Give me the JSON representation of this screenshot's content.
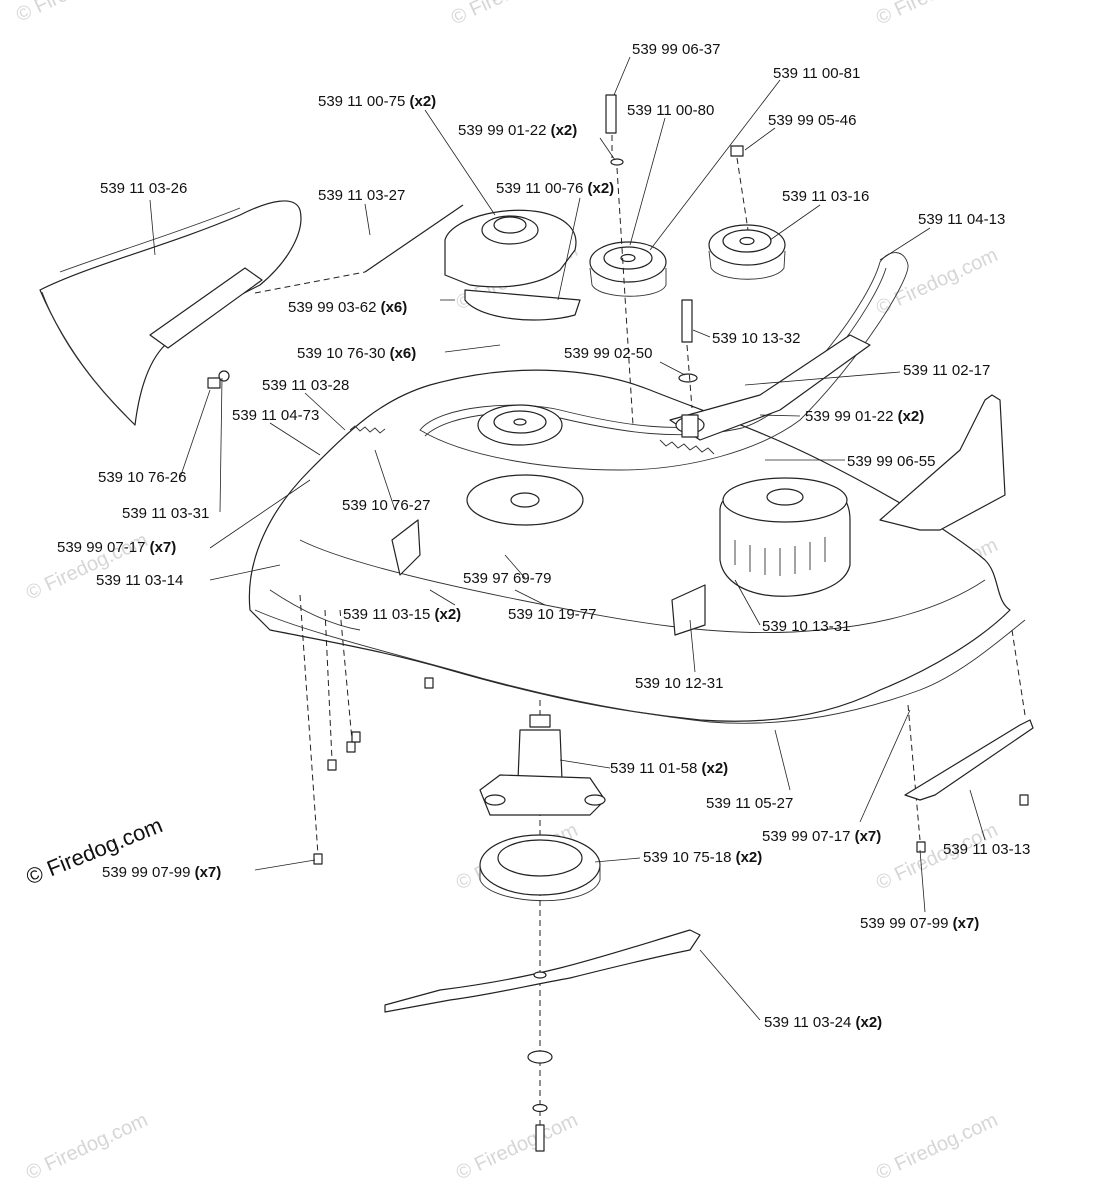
{
  "watermark": "© Firedog.com",
  "copyright": "© Firedog.com",
  "callouts": [
    {
      "part": "539 99 06-37",
      "qty": ""
    },
    {
      "part": "539 11 00-81",
      "qty": ""
    },
    {
      "part": "539 11 00-75",
      "qty": "(x2)"
    },
    {
      "part": "539 11 00-80",
      "qty": ""
    },
    {
      "part": "539 99 01-22",
      "qty": "(x2)"
    },
    {
      "part": "539 99 05-46",
      "qty": ""
    },
    {
      "part": "539 11 03-26",
      "qty": ""
    },
    {
      "part": "539 11 00-76",
      "qty": "(x2)"
    },
    {
      "part": "539 11 03-27",
      "qty": ""
    },
    {
      "part": "539 11 03-16",
      "qty": ""
    },
    {
      "part": "539 11 04-13",
      "qty": ""
    },
    {
      "part": "539 99 03-62",
      "qty": "(x6)"
    },
    {
      "part": "539 10 13-32",
      "qty": ""
    },
    {
      "part": "539 10 76-30",
      "qty": "(x6)"
    },
    {
      "part": "539 99 02-50",
      "qty": ""
    },
    {
      "part": "539 11 02-17",
      "qty": ""
    },
    {
      "part": "539 11 03-28",
      "qty": ""
    },
    {
      "part": "539 11 04-73",
      "qty": ""
    },
    {
      "part": "539 99 01-22",
      "qty": "(x2)"
    },
    {
      "part": "539 99 06-55",
      "qty": ""
    },
    {
      "part": "539 10 76-26",
      "qty": ""
    },
    {
      "part": "539 10 76-27",
      "qty": ""
    },
    {
      "part": "539 11 03-31",
      "qty": ""
    },
    {
      "part": "539 99 07-17",
      "qty": "(x7)"
    },
    {
      "part": "539 97 69-79",
      "qty": ""
    },
    {
      "part": "539 11 03-14",
      "qty": ""
    },
    {
      "part": "539 11 03-15",
      "qty": "(x2)"
    },
    {
      "part": "539 10 19-77",
      "qty": ""
    },
    {
      "part": "539 10 13-31",
      "qty": ""
    },
    {
      "part": "539 10 12-31",
      "qty": ""
    },
    {
      "part": "539 11 01-58",
      "qty": "(x2)"
    },
    {
      "part": "539 11 05-27",
      "qty": ""
    },
    {
      "part": "539 99 07-17",
      "qty": "(x7)"
    },
    {
      "part": "539 11 03-13",
      "qty": ""
    },
    {
      "part": "539 99 07-99",
      "qty": "(x7)"
    },
    {
      "part": "539 10 75-18",
      "qty": "(x2)"
    },
    {
      "part": "539 99 07-99",
      "qty": "(x7)"
    },
    {
      "part": "539 11 03-24",
      "qty": "(x2)"
    }
  ]
}
